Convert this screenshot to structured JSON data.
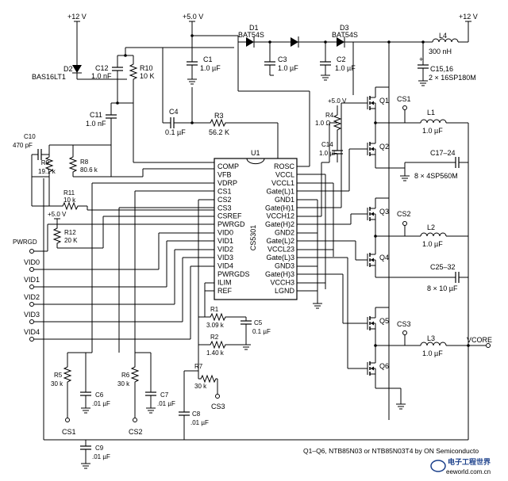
{
  "caption": "Q1–Q6, NTB85N03 or NTB85N03T4 by ON Semiconducto",
  "watermark": "电子工程世界",
  "watermark_url": "eeworld.com.cn",
  "ic": {
    "name": "U1",
    "part": "CS5301",
    "left_pins": [
      "COMP",
      "VFB",
      "VDRP",
      "CS1",
      "CS2",
      "CS3",
      "CSREF",
      "PWRGD",
      "VID0",
      "VID1",
      "VID2",
      "VID3",
      "VID4",
      "PWRGDS",
      "ILIM",
      "REF"
    ],
    "right_pins": [
      "ROSC",
      "VCCL",
      "VCCL1",
      "Gate(L)1",
      "GND1",
      "Gate(H)1",
      "VCCH12",
      "Gate(H)2",
      "GND2",
      "Gate(L)2",
      "VCCL23",
      "Gate(L)3",
      "GND3",
      "Gate(H)3",
      "VCCH3",
      "LGND"
    ]
  },
  "rails": {
    "v12_left": "+12 V",
    "v5_top": "+5.0 V",
    "v12_right": "+12 V",
    "v5_r4": "+5.0 V",
    "v5_r11": "+5.0 V"
  },
  "labels": {
    "d2": "D2",
    "d2_part": "BAS16LT1",
    "c12": "C12",
    "c12_val": "1.0 nF",
    "r10": "R10",
    "r10_val": "10 K",
    "c11": "C11",
    "c11_val": "1.0 nF",
    "c4": "C4",
    "c4_val": "0.1 µF",
    "r3": "R3",
    "r3_val": "56.2 K",
    "c1": "C1",
    "c1_val": "1.0 µF",
    "d1": "D1",
    "d1_part": "BAT54S",
    "c3": "C3",
    "c3_val": "1.0 µF",
    "d3": "D3",
    "d3_part": "BAT54S",
    "c2": "C2",
    "c2_val": "1.0 µF",
    "l4": "L4",
    "l4_val": "300 nH",
    "c1516": "C15,16",
    "c1516_val": "2 × 16SP180M",
    "q1": "Q1",
    "q2": "Q2",
    "q3": "Q3",
    "q4": "Q4",
    "q5": "Q5",
    "q6": "Q6",
    "cs1_top": "CS1",
    "cs2_mid": "CS2",
    "cs3_mid": "CS3",
    "l1": "L1",
    "l1_val": "1.0 µF",
    "l2": "L2",
    "l2_val": "1.0 µF",
    "l3": "L3",
    "l3_val": "1.0 µF",
    "r4": "R4",
    "r4_val": "1.0 Ω",
    "c14": "C14",
    "c14_val": "1.0 µF",
    "c1724": "C17–24",
    "c1724_val": "8 × 4SP560M",
    "c2532": "C25–32",
    "c2532_val": "8 × 10 µF",
    "vcore": "VCORE",
    "c10": "C10",
    "c10_val": "470 pF",
    "r9": "R9",
    "r9_val": "19.1 k",
    "r8": "R8",
    "r8_val": "80.6 k",
    "r11": "R11",
    "r11_val": "10 k",
    "r12": "R12",
    "r12_val": "20 K",
    "pwrgd": "PWRGD",
    "vid0": "VID0",
    "vid1": "VID1",
    "vid2": "VID2",
    "vid3": "VID3",
    "vid4": "VID4",
    "r1": "R1",
    "r1_val": "3.09 k",
    "r2": "R2",
    "r2_val": "1.40 k",
    "c5": "C5",
    "c5_val": "0.1 µF",
    "r5": "R5",
    "r5_val": "30 k",
    "c6": "C6",
    "c6_val": ".01 µF",
    "r6": "R6",
    "r6_val": "30 k",
    "c7": "C7",
    "c7_val": ".01 µF",
    "r7": "R7",
    "r7_val": "30 k",
    "cs3_bot": "CS3",
    "c8": "C8",
    "c8_val": ".01 µF",
    "c9": "C9",
    "c9_val": ".01 µF",
    "cs1_bot": "CS1",
    "cs2_bot": "CS2"
  }
}
